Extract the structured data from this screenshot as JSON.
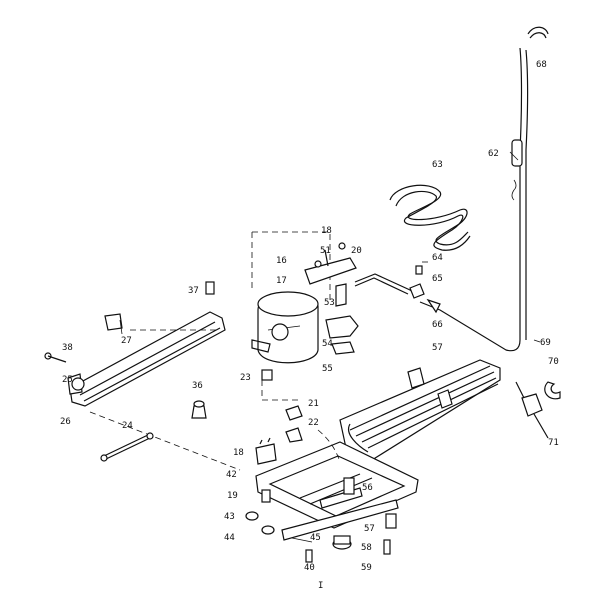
{
  "part_labels": {
    "p18a": "18",
    "p16": "16",
    "p51": "51",
    "p20": "20",
    "p17": "17",
    "p53": "53",
    "p37": "37",
    "p27": "27",
    "p38": "38",
    "p25": "25",
    "p26": "26",
    "p36": "36",
    "p23": "23",
    "p54": "54",
    "p55": "55",
    "p21": "21",
    "p22": "22",
    "p24": "24",
    "p18b": "18",
    "p42": "42",
    "p19": "19",
    "p56": "56",
    "p43": "43",
    "p44": "44",
    "p45": "45",
    "p57a": "57",
    "p57b": "57",
    "p58": "58",
    "p40": "40",
    "p59": "59",
    "p63": "63",
    "p62": "62",
    "p68": "68",
    "p64": "64",
    "p65": "65",
    "p66": "66",
    "p69": "69",
    "p70": "70",
    "p71": "71",
    "page_mark": "I"
  }
}
